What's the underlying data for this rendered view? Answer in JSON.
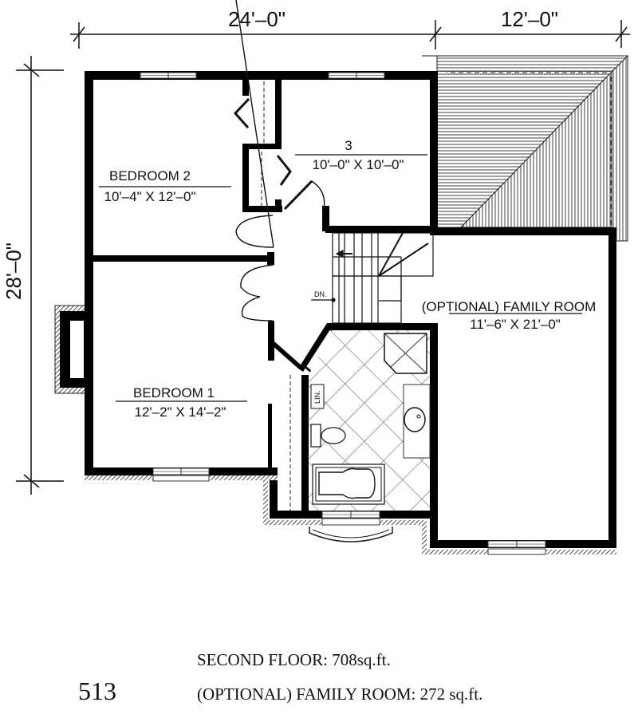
{
  "dimensions": {
    "top_left": "24'–0\"",
    "top_right": "12'–0\"",
    "left_vertical": "28'–0\""
  },
  "rooms": {
    "bedroom2": {
      "name": "BEDROOM 2",
      "size": "10'–4\" X 12'–0\""
    },
    "bedroom3": {
      "name": "3",
      "size": "10'–0\" X 10'–0\""
    },
    "bedroom1": {
      "name": "BEDROOM 1",
      "size": "12'–2\" X 14'–2\""
    },
    "family_room": {
      "name": "(OPTIONAL) FAMILY ROOM",
      "size": "11'–6\" X 21'–0\""
    }
  },
  "labels": {
    "stairs_down": "DN.",
    "linen": "LIN."
  },
  "footer": {
    "plan_number": "513",
    "second_floor": "SECOND FLOOR: 708sq.ft.",
    "optional_family_room": "(OPTIONAL) FAMILY ROOM: 272 sq.ft."
  },
  "colors": {
    "wall": "#000000",
    "background": "#ffffff",
    "roof_hatch": "#777777"
  }
}
